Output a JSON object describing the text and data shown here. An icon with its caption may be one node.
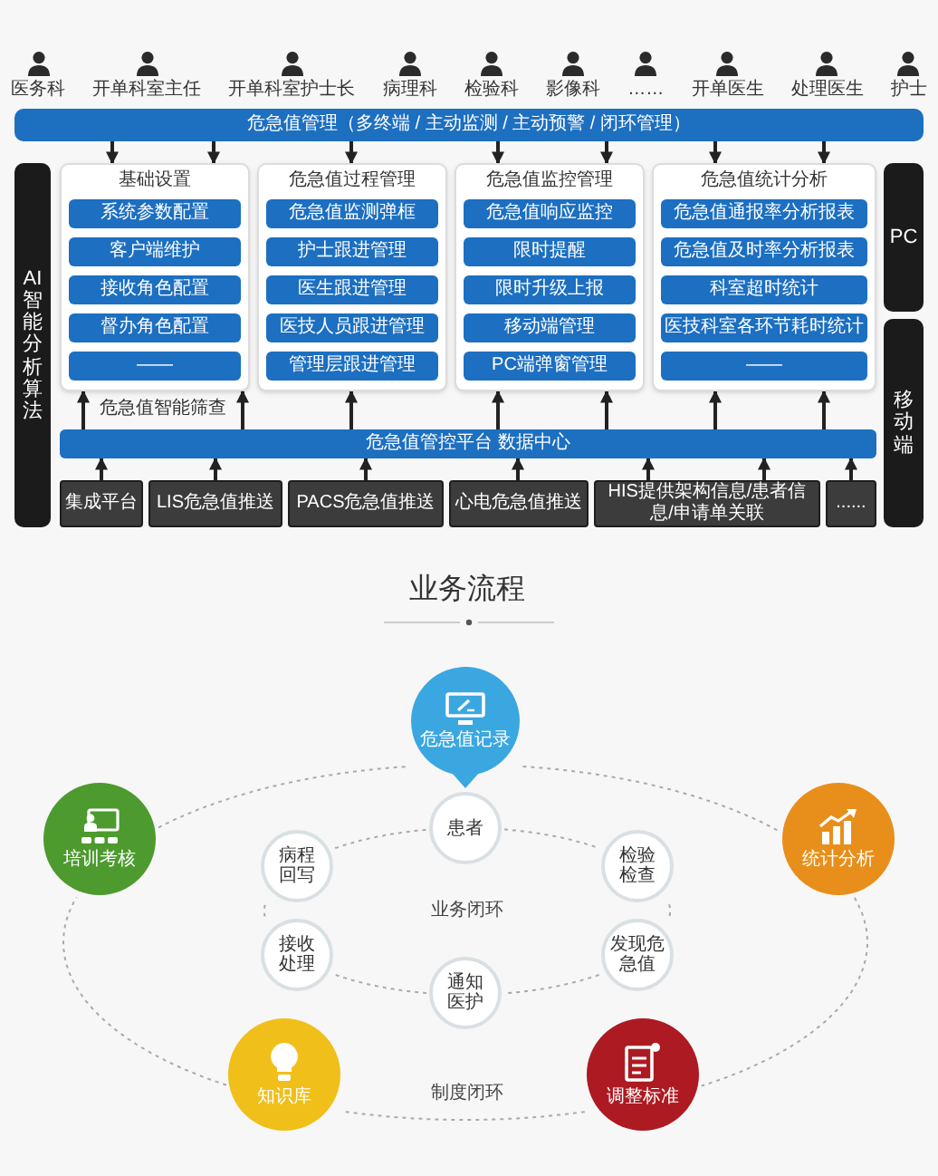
{
  "diagram": {
    "nodes": [
      {
        "text": [
          "危急值管理（多终端 / 主动监测 / 主动预警 / 闭环管理）"
        ]
      },
      {
        "text": [
          "基础设置"
        ]
      },
      {
        "text": [
          "系统参数配置"
        ],
        "in": 1
      },
      {
        "text": [
          "客户端维护"
        ],
        "in": 1
      },
      {
        "text": [
          "接收角色配置"
        ],
        "in": 1
      },
      {
        "text": [
          "督办角色配置"
        ],
        "in": 1
      },
      {
        "text": [
          "——"
        ],
        "in": 1
      },
      {
        "text": [
          "危急值过程管理"
        ]
      },
      {
        "text": [
          "危急值监测弹框"
        ],
        "in": 7
      },
      {
        "text": [
          "护士跟进管理"
        ],
        "in": 7
      },
      {
        "text": [
          "医生跟进管理"
        ],
        "in": 7
      },
      {
        "text": [
          "医技人员跟进管理"
        ],
        "in": 7
      },
      {
        "text": [
          "管理层跟进管理"
        ],
        "in": 7
      },
      {
        "text": [
          "危急值监控管理"
        ]
      },
      {
        "text": [
          "危急值响应监控"
        ],
        "in": 13
      },
      {
        "text": [
          "限时提醒"
        ],
        "in": 13
      },
      {
        "text": [
          "限时升级上报"
        ],
        "in": 13
      },
      {
        "text": [
          "移动端管理"
        ],
        "in": 13
      },
      {
        "text": [
          "PC端弹窗管理"
        ],
        "in": 13
      },
      {
        "text": [
          "危急值统计分析"
        ]
      },
      {
        "text": [
          "危急值通报率分析报表"
        ],
        "in": 19
      },
      {
        "text": [
          "危急值及时率分析报表"
        ],
        "in": 19
      },
      {
        "text": [
          "科室超时统计"
        ],
        "in": 19
      },
      {
        "text": [
          "医技科室各环节耗时统计"
        ],
        "in": 19
      },
      {
        "text": [
          "——"
        ],
        "in": 19
      },
      {
        "text": [
          "AI智能分析算法"
        ]
      },
      {
        "text": [
          "PC"
        ]
      },
      {
        "text": [
          "移动端"
        ]
      },
      {
        "text": [
          "危急值管控平台 数据中心"
        ]
      },
      {
        "text": [
          "集成平台"
        ]
      },
      {
        "text": [
          "LIS危急值推送"
        ]
      },
      {
        "text": [
          "PACS危急值推送"
        ]
      },
      {
        "text": [
          "心电危急值推送"
        ]
      },
      {
        "text": [
          "HIS提供架构信息/患者信息/申请单关联"
        ]
      },
      {
        "text": [
          "......"
        ]
      },
      {
        "text": [
          "危急值记录"
        ]
      },
      {
        "text": [
          "培训考核"
        ]
      },
      {
        "text": [
          "统计分析"
        ]
      },
      {
        "text": [
          "患者"
        ]
      },
      {
        "text": [
          "病程回写"
        ]
      },
      {
        "text": [
          "检验检查"
        ]
      },
      {
        "text": [
          "接收处理"
        ]
      },
      {
        "text": [
          "发现危急值"
        ]
      },
      {
        "text": [
          "通知医护"
        ]
      },
      {
        "text": [
          "知识库"
        ]
      },
      {
        "text": [
          "调整标准"
        ]
      }
    ],
    "edges": [
      {
        "from": 0,
        "to": 1,
        "arrow": "to"
      },
      {
        "from": 0,
        "to": 1,
        "arrow": "to"
      },
      {
        "from": 0,
        "to": 7,
        "arrow": "to"
      },
      {
        "from": 0,
        "to": 13,
        "arrow": "to"
      },
      {
        "from": 0,
        "to": 13,
        "arrow": "to"
      },
      {
        "from": 0,
        "to": 19,
        "arrow": "to"
      },
      {
        "from": 0,
        "to": 19,
        "arrow": "to"
      },
      {
        "from": 28,
        "to": 1,
        "arrow": "to"
      },
      {
        "from": 28,
        "to": 1,
        "arrow": "to"
      },
      {
        "from": 28,
        "to": 7,
        "arrow": "to"
      },
      {
        "from": 28,
        "to": 13,
        "arrow": "to"
      },
      {
        "from": 28,
        "to": 13,
        "arrow": "to"
      },
      {
        "from": 28,
        "to": 19,
        "arrow": "to"
      },
      {
        "from": 28,
        "to": 19,
        "arrow": "to"
      },
      {
        "from": 29,
        "to": 28,
        "arrow": "to"
      },
      {
        "from": 30,
        "to": 28,
        "arrow": "to"
      },
      {
        "from": 31,
        "to": 28,
        "arrow": "to"
      },
      {
        "from": 32,
        "to": 28,
        "arrow": "to"
      },
      {
        "from": 33,
        "to": 28,
        "arrow": "to"
      },
      {
        "from": 33,
        "to": 28,
        "arrow": "to"
      },
      {
        "from": 34,
        "to": 28,
        "arrow": "to"
      },
      {
        "from": 38,
        "to": 40,
        "arrow": "none",
        "style": "dashed",
        "color": "#aaaaaa"
      },
      {
        "from": 40,
        "to": 42,
        "arrow": "none",
        "style": "dashed",
        "color": "#aaaaaa"
      },
      {
        "from": 42,
        "to": 43,
        "arrow": "none",
        "style": "dashed",
        "color": "#aaaaaa"
      },
      {
        "from": 43,
        "to": 41,
        "arrow": "none",
        "style": "dashed",
        "color": "#aaaaaa"
      },
      {
        "from": 41,
        "to": 39,
        "arrow": "none",
        "style": "dashed",
        "color": "#aaaaaa"
      },
      {
        "from": 39,
        "to": 38,
        "arrow": "none",
        "style": "dashed",
        "color": "#aaaaaa"
      },
      {
        "from": 35,
        "to": 37,
        "arrow": "none",
        "style": "dashed",
        "color": "#aaaaaa"
      },
      {
        "from": 37,
        "to": 45,
        "arrow": "none",
        "style": "dashed",
        "color": "#aaaaaa"
      },
      {
        "from": 45,
        "to": 44,
        "arrow": "none",
        "style": "dashed",
        "color": "#aaaaaa"
      },
      {
        "from": 44,
        "to": 36,
        "arrow": "none",
        "style": "dashed",
        "color": "#aaaaaa"
      },
      {
        "from": 36,
        "to": 35,
        "arrow": "none",
        "style": "dashed",
        "color": "#aaaaaa"
      }
    ],
    "labels": [
      "医务科",
      "开单科室主任",
      "开单科室护士长",
      "病理科",
      "检验科",
      "影像科",
      "……",
      "开单医生",
      "处理医生",
      "护士",
      "危急值智能筛查",
      "业务流程",
      "业务闭环",
      "制度闭环"
    ]
  }
}
